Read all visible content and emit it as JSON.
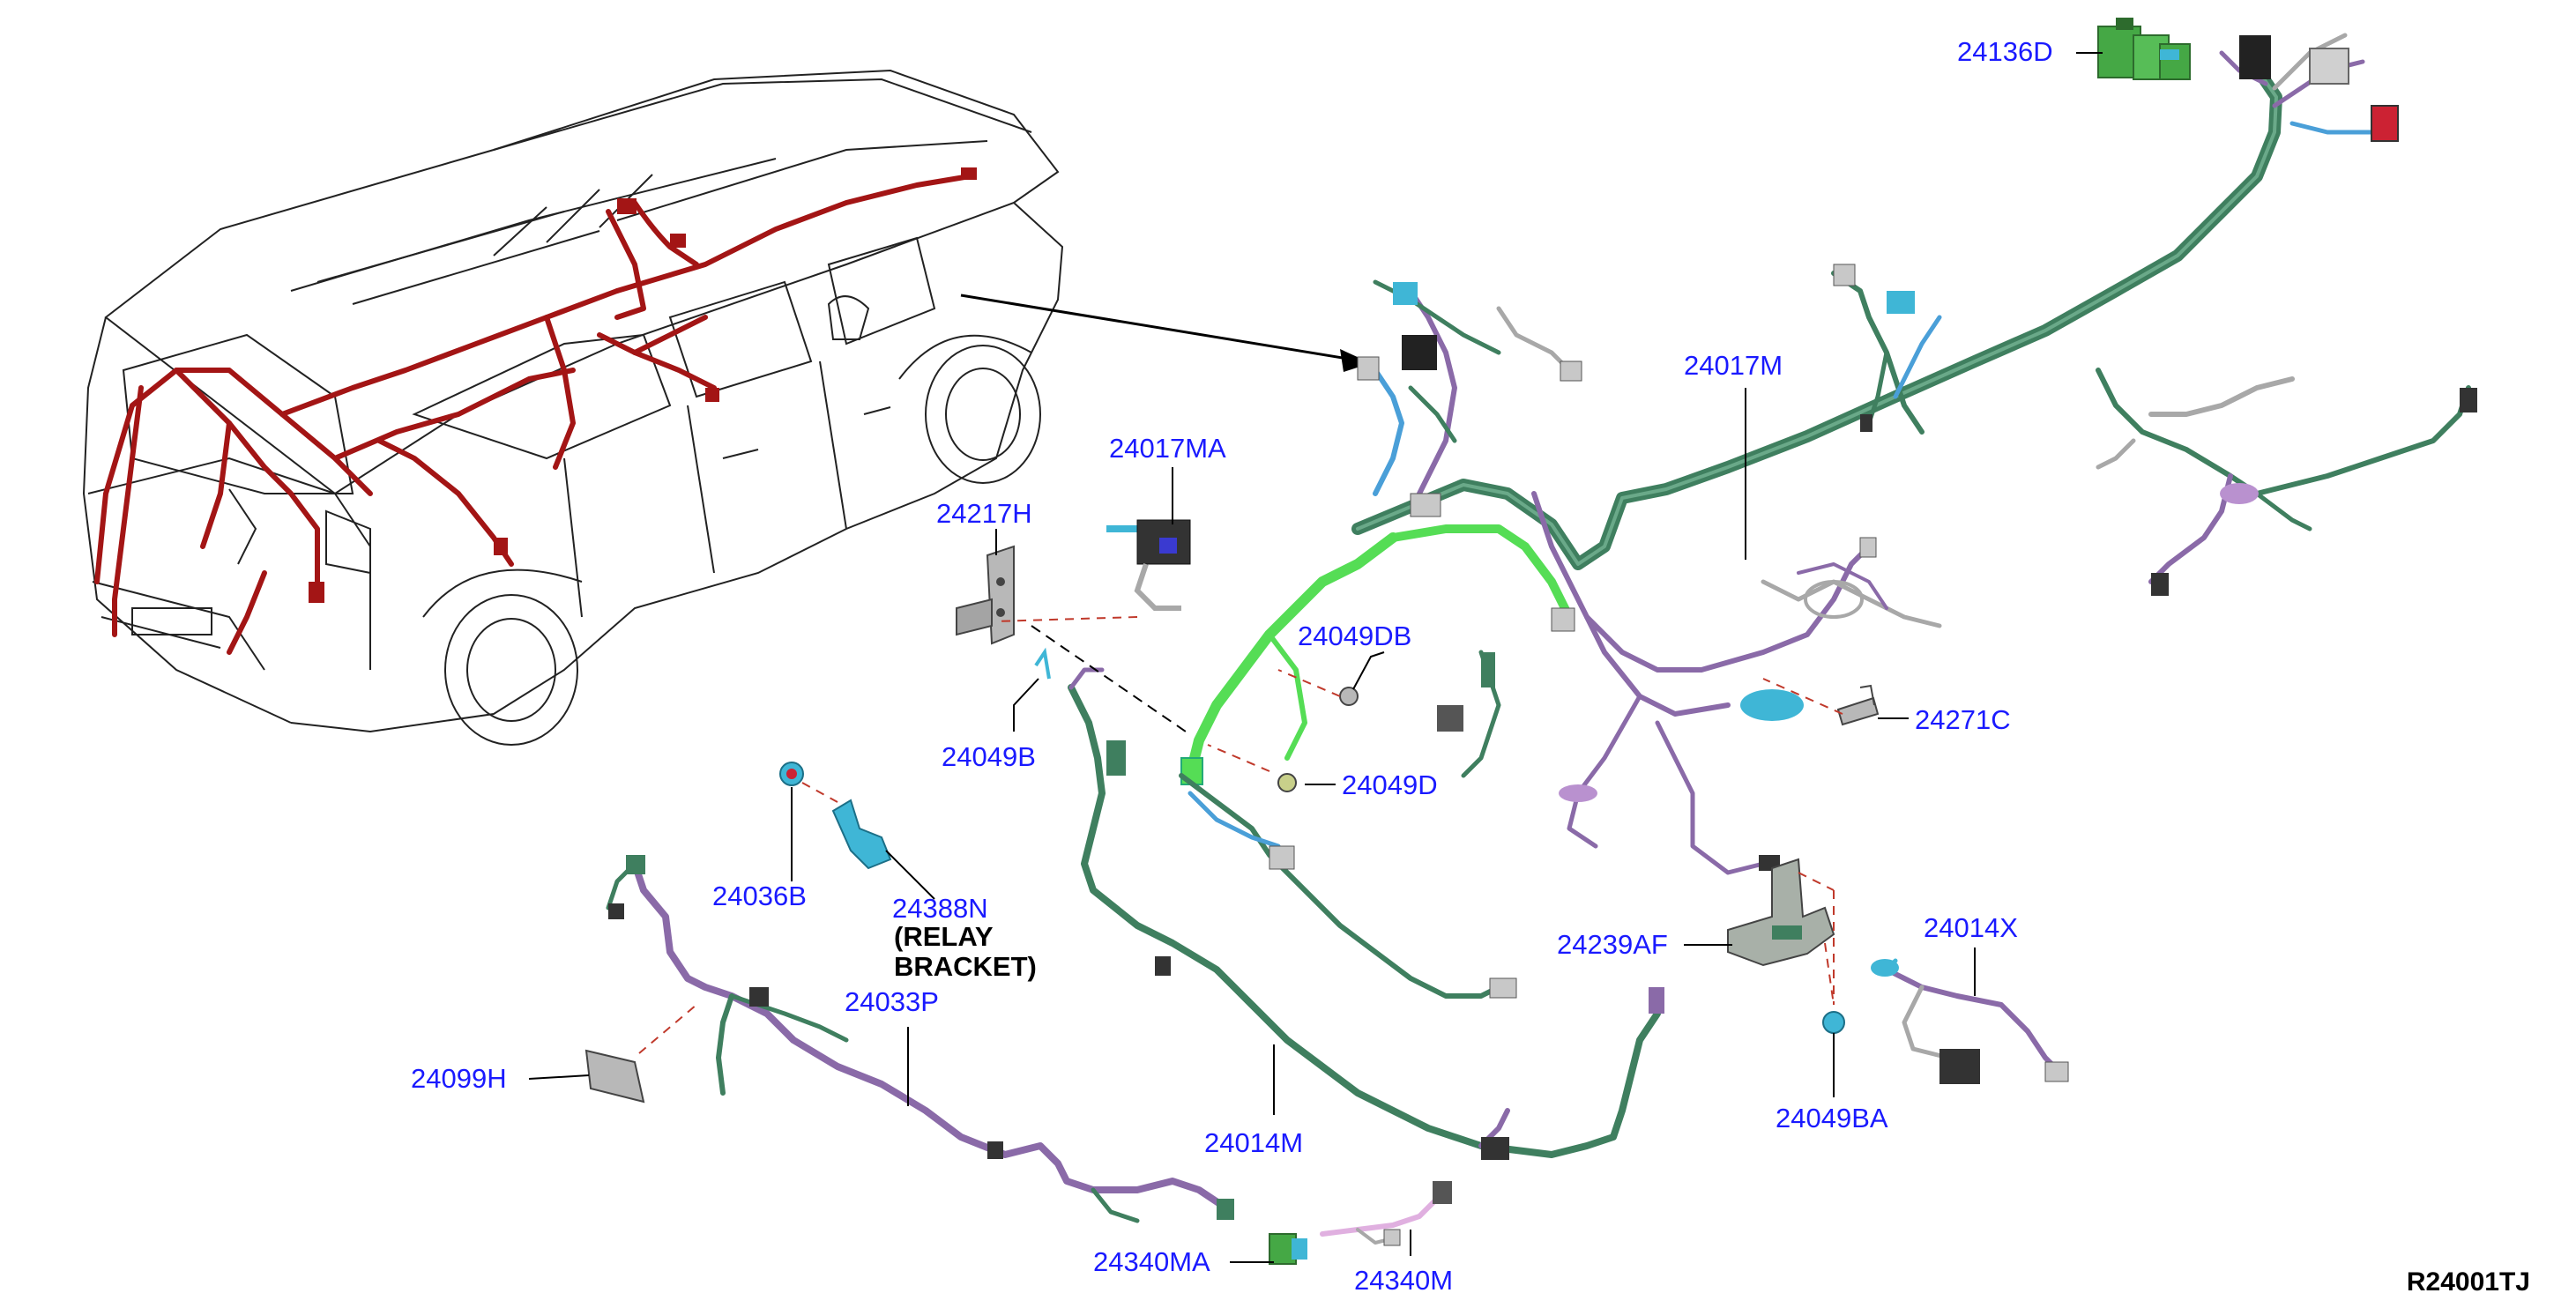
{
  "diagram_code": "R24001TJ",
  "colors": {
    "label": "#1a1aff",
    "leader": "#000000",
    "dashed_ref": "#c0392b",
    "harness_green": "#3f7f5f",
    "harness_bright": "#55dd55",
    "harness_purple": "#8a6aa8",
    "harness_blue": "#4a9fd8",
    "car_harness_red": "#a31515",
    "part_cyan": "#3fb6d6",
    "part_grey": "#a8a8a8"
  },
  "parts": {
    "p24136D": "24136D",
    "p24017M": "24017M",
    "p24017MA": "24017MA",
    "p24217H": "24217H",
    "p24049DB": "24049DB",
    "p24049B": "24049B",
    "p24049D": "24049D",
    "p24271C": "24271C",
    "p24036B": "24036B",
    "p24388N": "24388N",
    "p24388N_note_1": "(RELAY",
    "p24388N_note_2": "BRACKET)",
    "p24033P": "24033P",
    "p24239AF": "24239AF",
    "p24014X": "24014X",
    "p24099H": "24099H",
    "p24014M": "24014M",
    "p24049BA": "24049BA",
    "p24340MA": "24340MA",
    "p24340M": "24340M"
  }
}
